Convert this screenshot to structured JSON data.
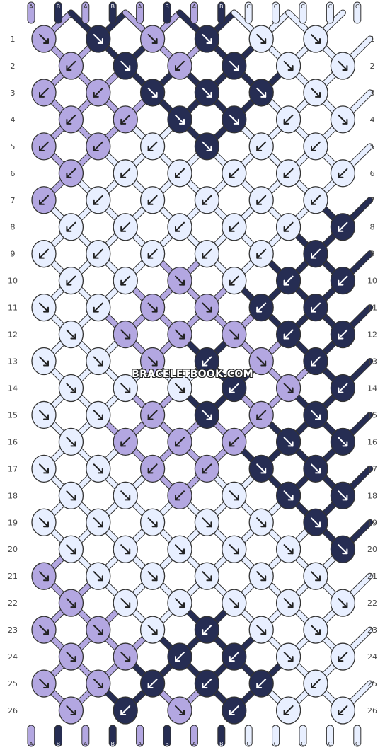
{
  "watermark": "BRACELETBOOK.COM",
  "colors": {
    "A": "#b3a7e1",
    "B": "#262d53",
    "C": "#e8efff"
  },
  "strings_top": [
    "A",
    "B",
    "A",
    "B",
    "A",
    "B",
    "A",
    "B",
    "C",
    "C",
    "C",
    "C",
    "C"
  ],
  "strings_bottom": [
    "A",
    "B",
    "A",
    "B",
    "A",
    "B",
    "A",
    "B",
    "C",
    "C",
    "C",
    "C",
    "C"
  ],
  "row_numbers": [
    1,
    2,
    3,
    4,
    5,
    6,
    7,
    8,
    9,
    10,
    11,
    12,
    13,
    14,
    15,
    16,
    17,
    18,
    19,
    20,
    21,
    22,
    23,
    24,
    25,
    26
  ],
  "knot_rows": [
    [
      "A:dr",
      "B:dr",
      "A:dr",
      "B:dr",
      "C:dr",
      "C:dr"
    ],
    [
      "A:dl",
      "B:dr",
      "A:dl",
      "B:dr",
      "C:dr",
      "C:dr"
    ],
    [
      "A:dl",
      "A:dl",
      "B:dr",
      "B:dr",
      "B:dr",
      "C:dr"
    ],
    [
      "A:dl",
      "A:dl",
      "B:dr",
      "B:dr",
      "C:dl",
      "C:dr"
    ],
    [
      "A:dl",
      "A:dl",
      "C:dl",
      "B:dr",
      "C:dl",
      "C:dl"
    ],
    [
      "A:dl",
      "C:dl",
      "C:dl",
      "C:dl",
      "C:dl",
      "C:dl"
    ],
    [
      "A:dl",
      "C:dl",
      "C:dl",
      "C:dl",
      "C:dl",
      "C:dl"
    ],
    [
      "C:dl",
      "C:dl",
      "C:dl",
      "C:dl",
      "C:dl",
      "B:dl"
    ],
    [
      "C:dl",
      "C:dl",
      "C:dl",
      "C:dl",
      "C:dl",
      "B:dl"
    ],
    [
      "C:dl",
      "C:dl",
      "A:dr",
      "C:dl",
      "B:dl",
      "B:dl"
    ],
    [
      "C:dr",
      "C:dl",
      "A:dr",
      "A:dr",
      "B:dl",
      "B:dl"
    ],
    [
      "C:dr",
      "A:dr",
      "A:dr",
      "A:dr",
      "B:dl",
      "B:dl"
    ],
    [
      "C:dr",
      "C:dr",
      "A:dr",
      "B:dl",
      "A:dr",
      "B:dl"
    ],
    [
      "C:dr",
      "C:dr",
      "C:dr",
      "B:dl",
      "A:dr",
      "B:dl"
    ],
    [
      "C:dr",
      "C:dr",
      "A:dl",
      "B:dr",
      "A:dl",
      "B:dr"
    ],
    [
      "C:dr",
      "A:dl",
      "A:dl",
      "A:dl",
      "B:dr",
      "B:dr"
    ],
    [
      "C:dr",
      "C:dr",
      "A:dl",
      "A:dl",
      "B:dr",
      "B:dr"
    ],
    [
      "C:dr",
      "C:dr",
      "A:dl",
      "C:dr",
      "B:dr",
      "B:dr"
    ],
    [
      "C:dr",
      "C:dr",
      "C:dr",
      "C:dr",
      "C:dr",
      "B:dr"
    ],
    [
      "C:dr",
      "C:dr",
      "C:dr",
      "C:dr",
      "C:dr",
      "B:dr"
    ],
    [
      "A:dr",
      "C:dr",
      "C:dr",
      "C:dr",
      "C:dr",
      "C:dr"
    ],
    [
      "A:dr",
      "C:dr",
      "C:dr",
      "C:dr",
      "C:dr",
      "C:dr"
    ],
    [
      "A:dr",
      "A:dr",
      "C:dr",
      "B:dl",
      "C:dr",
      "C:dr"
    ],
    [
      "A:dr",
      "A:dr",
      "B:dl",
      "B:dl",
      "C:dr",
      "C:dl"
    ],
    [
      "A:dr",
      "A:dr",
      "B:dl",
      "B:dl",
      "B:dl",
      "C:dl"
    ],
    [
      "A:dr",
      "B:dl",
      "A:dr",
      "B:dl",
      "C:dl",
      "C:dl"
    ]
  ]
}
